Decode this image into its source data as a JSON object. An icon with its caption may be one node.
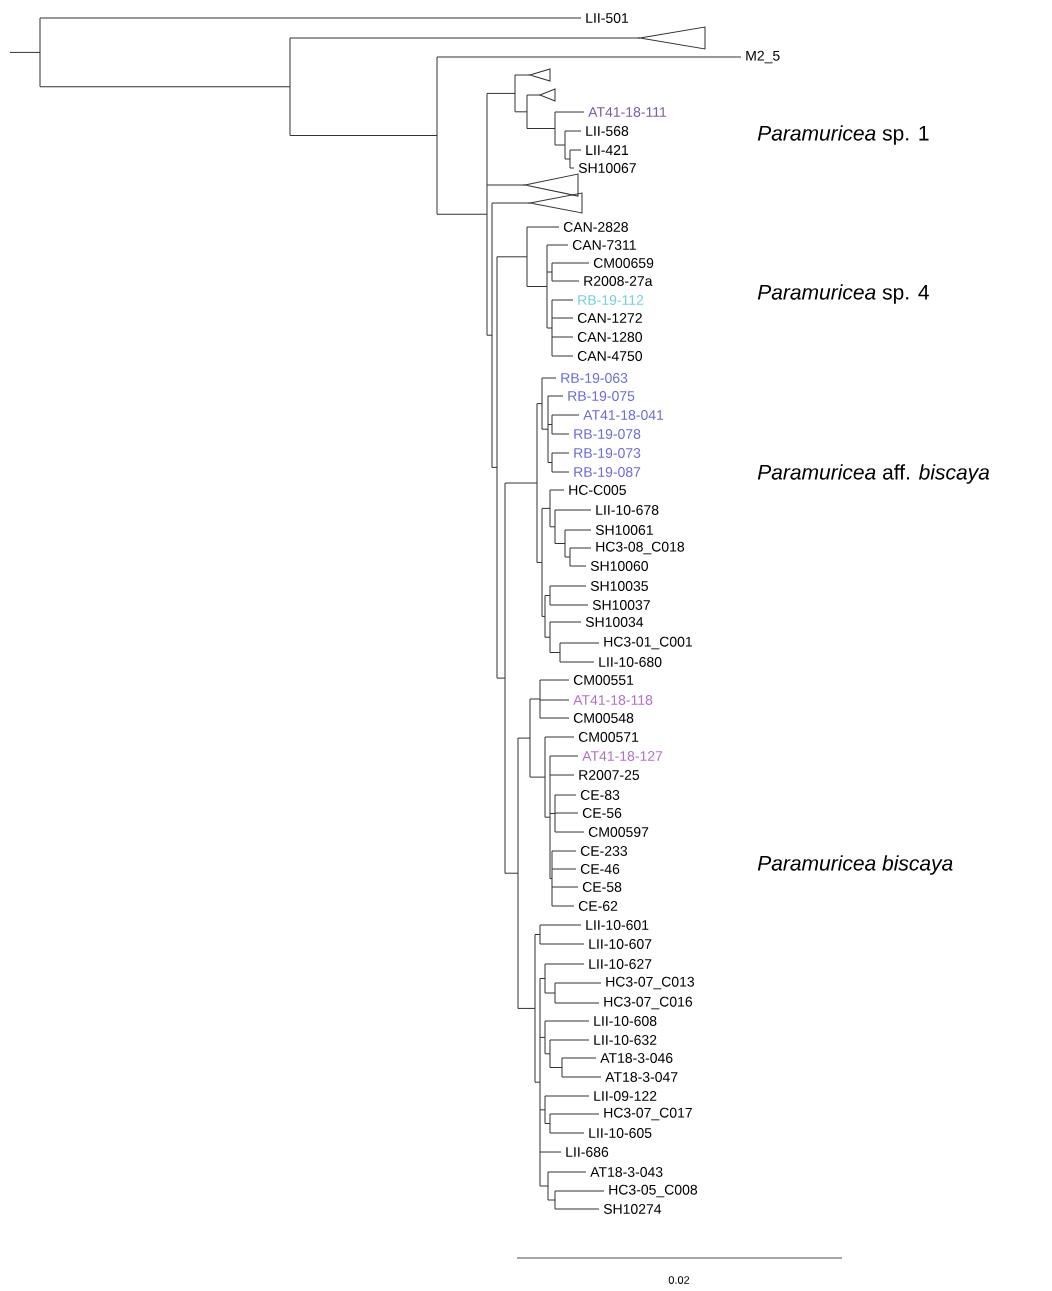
{
  "diagram": {
    "labels": [
      "LII-501",
      "M2_5",
      "AT41-18-111",
      "LII-568",
      "*Paramuricea* sp. 1",
      "LII-421",
      "SH10067",
      "CAN-2828",
      "CAN-7311",
      "CM00659",
      "R2008-27a",
      "*Paramuricea* sp. 4",
      "RB-19-112",
      "CAN-1272",
      "CAN-1280",
      "CAN-4750",
      "RB-19-063",
      "RB-19-075",
      "AT41-18-041",
      "RB-19-078",
      "RB-19-073",
      "RB-19-087",
      "*Paramuricea* aff. *biscaya*",
      "HC-C005",
      "LII-10-678",
      "SH10061",
      "HC3-08_C018",
      "SH10060",
      "SH10035",
      "SH10037",
      "SH10034",
      "HC3-01_C001",
      "LII-10-680",
      "CM00551",
      "AT41-18-118",
      "CM00548",
      "CM00571",
      "AT41-18-127",
      "R2007-25",
      "CE-83",
      "CE-56",
      "CM00597",
      "CE-233",
      "Paramuricea biscaya",
      "CE-46",
      "CE-58",
      "CE-62",
      "LII-10-601",
      "LII-10-607",
      "LII-10-627",
      "HC3-07_C013",
      "HC3-07_C016",
      "LII-10-608",
      "LII-10-632",
      "AT18-3-046",
      "AT18-3-047",
      "LII-09-122",
      "HC3-07_C017",
      "LII-10-605",
      "LII-686",
      "AT18-3-043",
      "HC3-05_C008",
      "SH10274",
      "0.02"
    ]
  }
}
